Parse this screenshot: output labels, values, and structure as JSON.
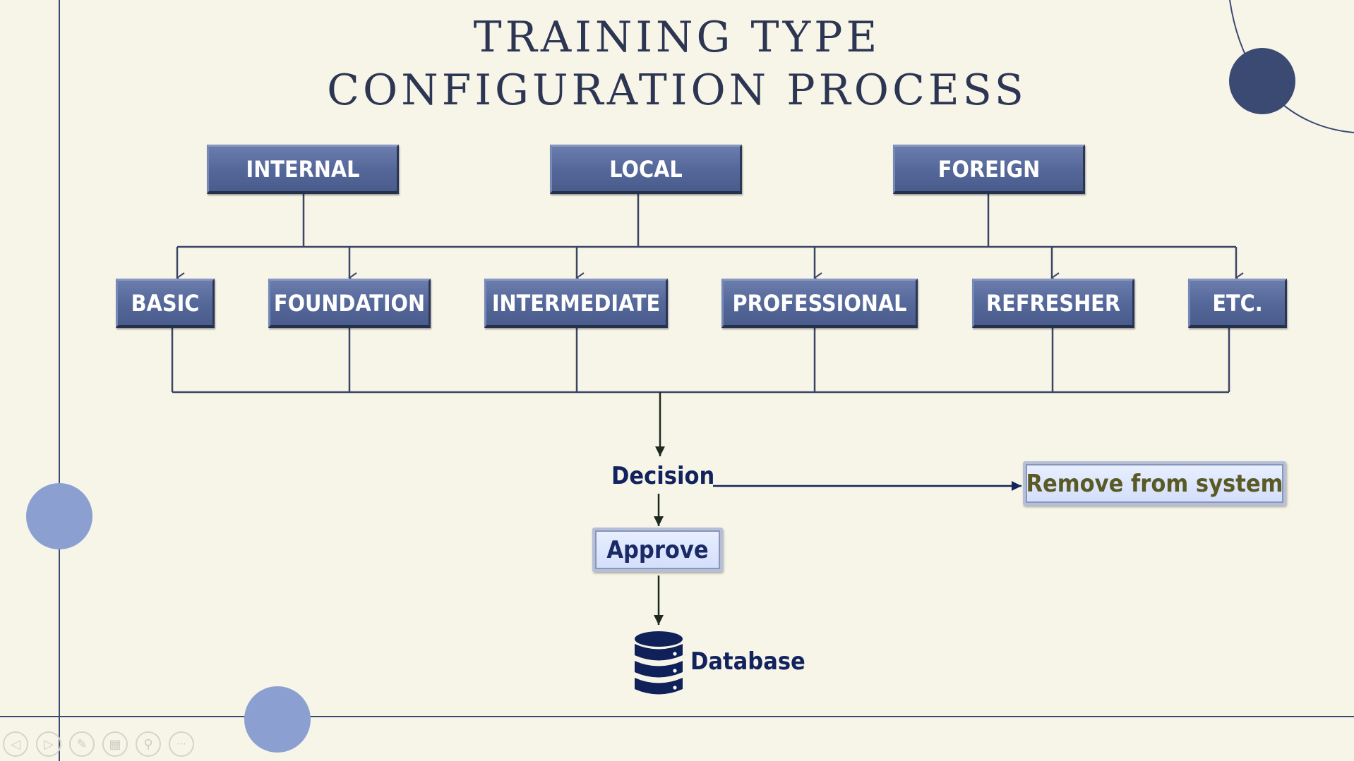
{
  "title": {
    "line1": "TRAINING TYPE",
    "line2": "CONFIGURATION PROCESS"
  },
  "sources": [
    {
      "id": "internal",
      "label": "INTERNAL"
    },
    {
      "id": "local",
      "label": "LOCAL"
    },
    {
      "id": "foreign",
      "label": "FOREIGN"
    }
  ],
  "training_types": [
    {
      "id": "basic",
      "label": "BASIC"
    },
    {
      "id": "foundation",
      "label": "FOUNDATION"
    },
    {
      "id": "intermediate",
      "label": "INTERMEDIATE"
    },
    {
      "id": "professional",
      "label": "PROFESSIONAL"
    },
    {
      "id": "refresher",
      "label": "REFRESHER"
    },
    {
      "id": "etc",
      "label": "ETC."
    }
  ],
  "flow": {
    "decision": "Decision",
    "approve": "Approve",
    "reject": "Remove from system",
    "database": "Database"
  },
  "colors": {
    "background": "#f7f5e8",
    "title": "#2c3552",
    "box_fill": "#55689a",
    "connector": "#3b4565",
    "flow_text": "#12225e",
    "reject_text": "#5a5a24",
    "accent_dark": "#3b4a73",
    "accent_light": "#8ba0d0"
  },
  "toolbar": {
    "icons": [
      "previous-slide-icon",
      "next-slide-icon",
      "pen-icon",
      "slides-grid-icon",
      "zoom-icon",
      "more-options-icon"
    ]
  }
}
